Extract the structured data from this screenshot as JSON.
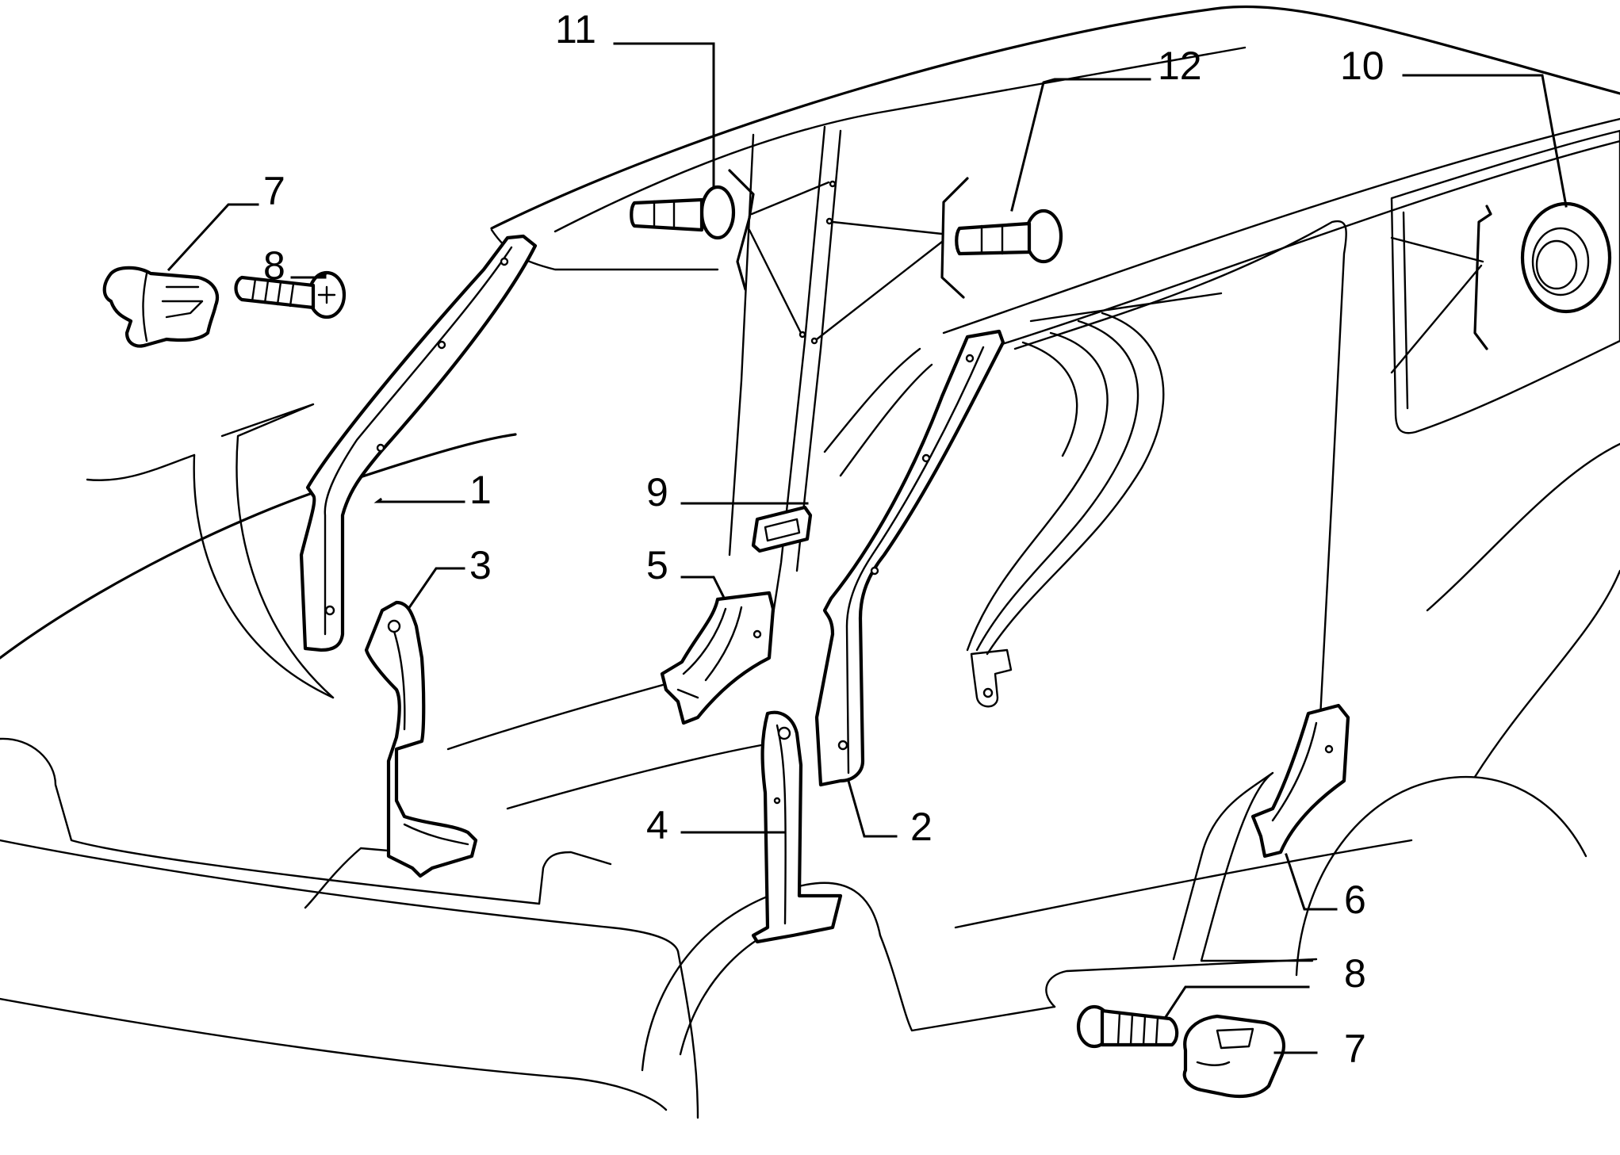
{
  "diagram": {
    "callouts": [
      {
        "id": "c11",
        "number": "11"
      },
      {
        "id": "c12",
        "number": "12"
      },
      {
        "id": "c10",
        "number": "10"
      },
      {
        "id": "c7a",
        "number": "7"
      },
      {
        "id": "c8a",
        "number": "8"
      },
      {
        "id": "c1",
        "number": "1"
      },
      {
        "id": "c3",
        "number": "3"
      },
      {
        "id": "c9",
        "number": "9"
      },
      {
        "id": "c5",
        "number": "5"
      },
      {
        "id": "c4",
        "number": "4"
      },
      {
        "id": "c2",
        "number": "2"
      },
      {
        "id": "c6",
        "number": "6"
      },
      {
        "id": "c8b",
        "number": "8"
      },
      {
        "id": "c7b",
        "number": "7"
      }
    ]
  }
}
